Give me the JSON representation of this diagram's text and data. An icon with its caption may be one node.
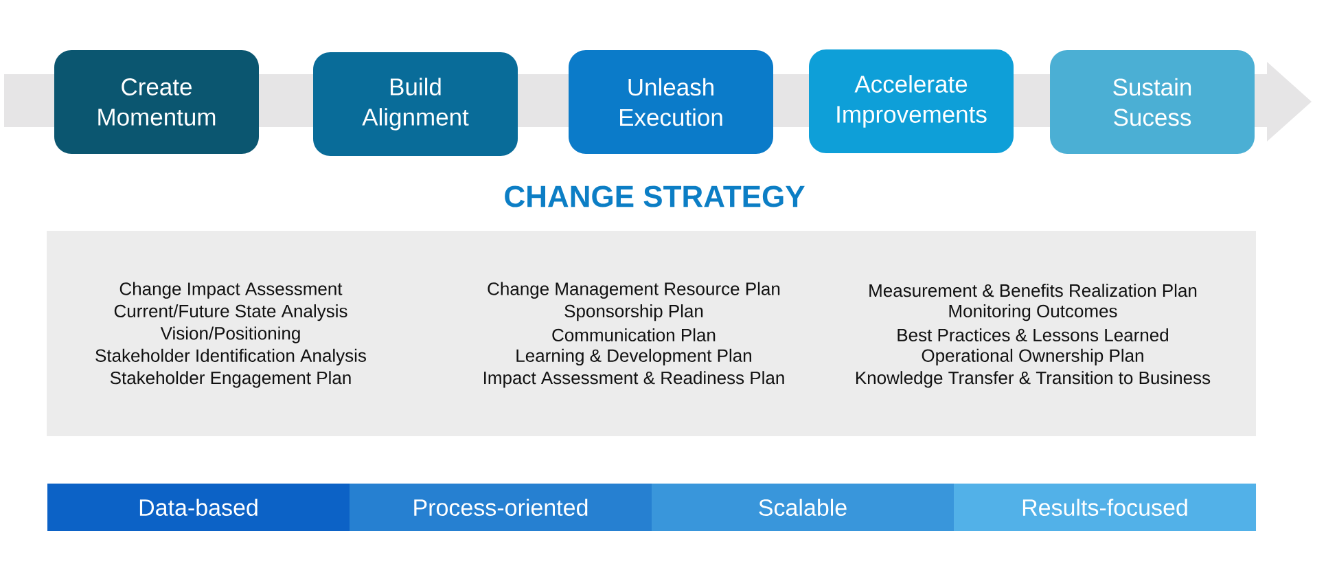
{
  "diagram": {
    "title": "CHANGE STRATEGY",
    "nodes": [
      {
        "text": [
          "Create Momentum"
        ]
      },
      {
        "text": [
          "Build Alignment"
        ]
      },
      {
        "text": [
          "Unleash Execution"
        ]
      },
      {
        "text": [
          "Accelerate Improvements"
        ]
      },
      {
        "text": [
          "Sustain Sucess"
        ]
      },
      {
        "text": [
          "Change Impact Assessment",
          "Current/Future State Analysis",
          "Vision/Positioning",
          "Stakeholder Identification Analysis",
          "Stakeholder Engagement Plan",
          "Change Management Resource Plan",
          "Sponsorship Plan",
          "Communication Plan",
          "Learning & Development Plan",
          "Impact Assessment & Readiness Plan",
          "Measurement & Benefits Realization Plan",
          "Monitoring Outcomes",
          "Best Practices & Lessons Learned",
          "Operational Ownership Plan",
          "Knowledge Transfer & Transition to Business"
        ]
      },
      {
        "text": [
          "Data-based"
        ]
      },
      {
        "text": [
          "Process-oriented"
        ]
      },
      {
        "text": [
          "Scalable"
        ]
      },
      {
        "text": [
          "Results-focused"
        ]
      }
    ]
  }
}
